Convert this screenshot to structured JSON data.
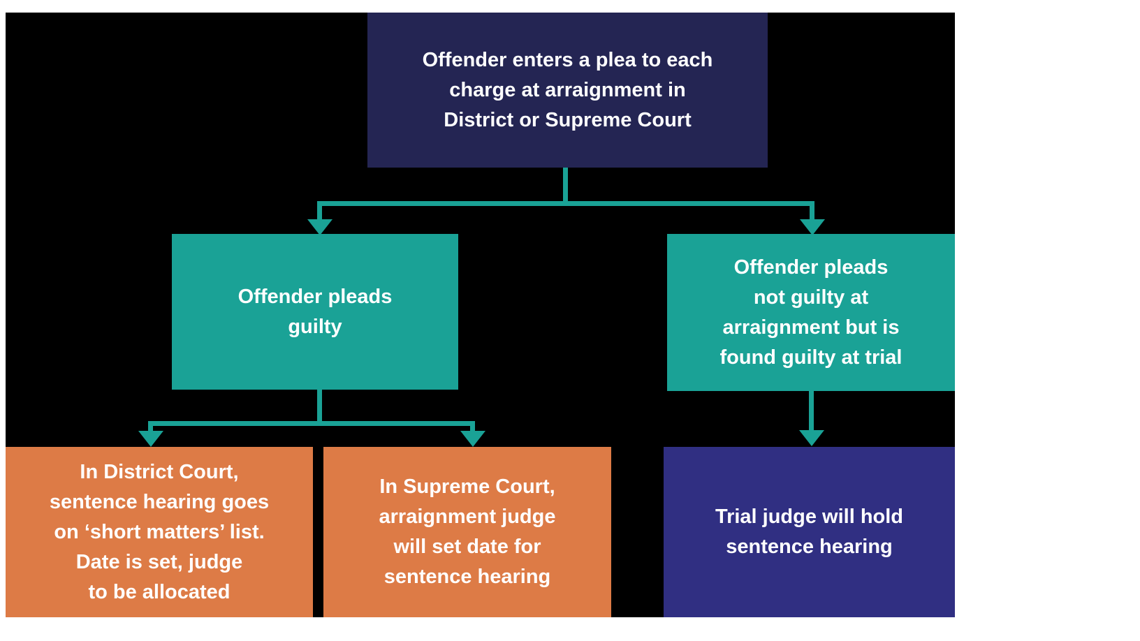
{
  "page": {
    "background_color": "#ffffff",
    "canvas_color": "#000000"
  },
  "colors": {
    "navy": "#242553",
    "teal": "#1aa296",
    "orange": "#dd7b46",
    "indigo": "#302f82",
    "connector": "#1aa296",
    "text": "#ffffff"
  },
  "nodes": {
    "root": {
      "text": "Offender enters a plea to each\ncharge at arraignment in\nDistrict or Supreme Court",
      "fill": "#242553"
    },
    "guilty": {
      "text": "Offender pleads\nguilty",
      "fill": "#1aa296"
    },
    "not_guilty": {
      "text": "Offender pleads\nnot guilty at\narraignment but is\nfound guilty at trial",
      "fill": "#1aa296"
    },
    "district": {
      "text": "In District Court,\nsentence hearing goes\non ‘short matters’ list.\nDate is set, judge\nto be allocated",
      "fill": "#dd7b46"
    },
    "supreme": {
      "text": "In Supreme Court,\narraignment judge\nwill set date for\nsentence hearing",
      "fill": "#dd7b46"
    },
    "trial": {
      "text": "Trial judge will hold\nsentence hearing",
      "fill": "#302f82"
    }
  }
}
